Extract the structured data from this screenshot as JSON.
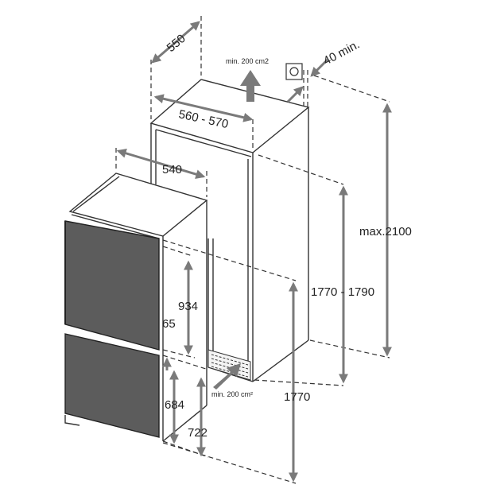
{
  "dimensions": {
    "depth_niche": "550",
    "width_niche": "560 - 570",
    "depth_appliance": "540",
    "clearance_top": "40 min.",
    "max_height": "max.2100",
    "niche_height": "1770 - 1790",
    "appliance_height": "1770",
    "fridge_door": "934",
    "gap": "65",
    "freezer_door": "684",
    "freezer_height": "722"
  },
  "notes": {
    "top_vent": "min. 200 cm2",
    "bottom_vent": "min. 200 cm²"
  },
  "colors": {
    "line": "#333333",
    "arrow": "#7a7a7a",
    "door_fill": "#5c5c5c"
  }
}
